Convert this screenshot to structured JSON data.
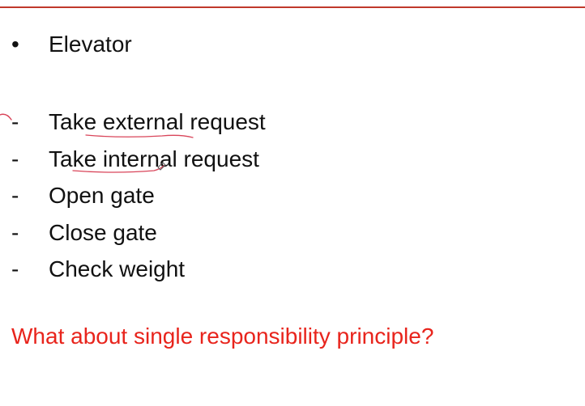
{
  "slide": {
    "bullet_marker": "•",
    "heading": "Elevator",
    "dash_marker": "-",
    "items": [
      "Take external request",
      "Take internal request",
      "Open gate",
      "Close gate",
      "Check weight"
    ],
    "question": "What about single responsibility principle?"
  },
  "colors": {
    "rule": "#c0392b",
    "question_text": "#e8241c",
    "annotation_ink": "#d9455a"
  }
}
